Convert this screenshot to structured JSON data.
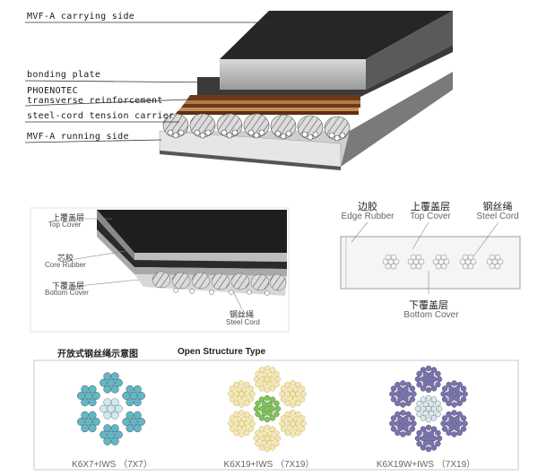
{
  "top_diagram": {
    "labels": {
      "carrying_side": "MVF-A carrying side",
      "bonding_plate": "bonding plate",
      "phoenotec": "PHOENOTEC",
      "transverse": "transverse reinforcement",
      "tension_carrier": "steel-cord tension carrier",
      "running_side": "MVF-A running side"
    }
  },
  "left_diagram": {
    "top_cover_cn": "上覆盖层",
    "top_cover_en": "Top Cover",
    "core_cn": "芯胶",
    "core_en": "Core Rubber",
    "bottom_cn": "下覆盖层",
    "bottom_en": "Bottom Cover",
    "cord_cn": "钢丝绳",
    "cord_en": "Steel Cord"
  },
  "right_diagram": {
    "edge_cn": "边胶",
    "edge_en": "Edge Rubber",
    "top_cn": "上覆盖层",
    "top_en": "Top Cover",
    "cord_cn": "钢丝绳",
    "cord_en": "Steel Cord",
    "bottom_cn": "下覆盖层",
    "bottom_en": "Bottom Cover"
  },
  "open_structure": {
    "title_cn": "开放式钢丝绳示意图",
    "title_en": "Open Structure Type",
    "items": [
      {
        "label": "K6X7+IWS （7X7）",
        "color": "#5fb8c8"
      },
      {
        "label": "K6X19+IWS （7X19）",
        "color": "#7ac94e"
      },
      {
        "label": "K6X19W+IWS （7X19）",
        "color": "#7a72b8"
      }
    ]
  }
}
